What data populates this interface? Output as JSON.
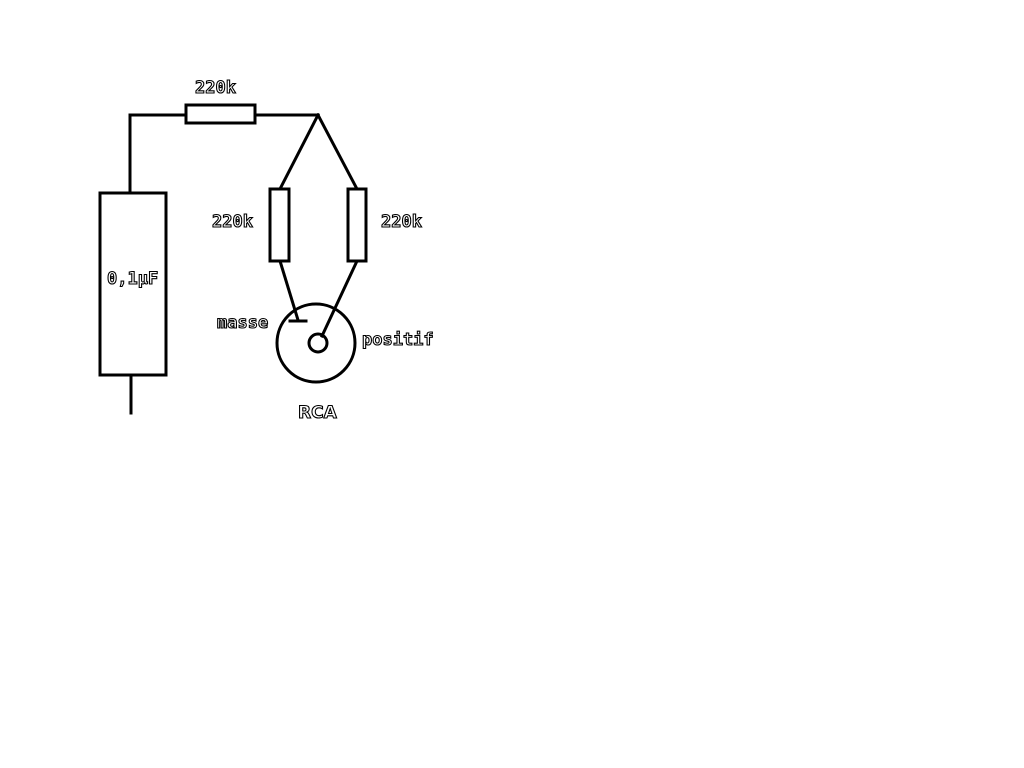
{
  "labels": {
    "top_resistor": "220k",
    "left_resistor": "220k",
    "right_resistor": "220k",
    "capacitor": "0,1µF",
    "ground": "masse",
    "positive": "positif",
    "connector": "RCA"
  }
}
